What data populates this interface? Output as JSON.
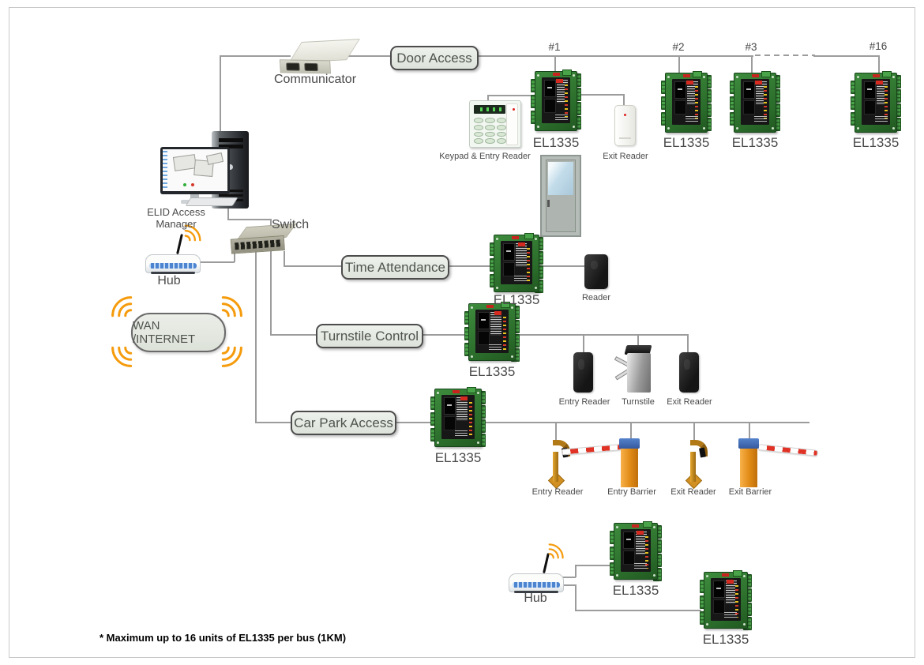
{
  "footnote": "* Maximum up to 16 units of EL1335 per bus (1KM)",
  "colors": {
    "accent_orange": "#F59B0C",
    "line_gray": "#9C9C9C",
    "box_fill": "#E7EBE3",
    "box_border": "#4C4C4C",
    "pcb_green": "#2F7A2F",
    "label_text": "#4A4A4A"
  },
  "hosts": {
    "communicator": {
      "label": "Communicator"
    },
    "access_manager": {
      "label": "ELID Access Manager"
    },
    "switch": {
      "label": "Switch"
    },
    "hub_top": {
      "label": "Hub"
    },
    "hub_bottom": {
      "label": "Hub"
    },
    "wan": {
      "label": "WAN /INTERNET"
    }
  },
  "door_access": {
    "label": "Door Access",
    "bus_tags": [
      "#1",
      "#2",
      "#3",
      "#16"
    ],
    "keypad_label": "Keypad & Entry Reader",
    "exit_reader_label": "Exit Reader"
  },
  "time_attendance": {
    "label": "Time Attendance",
    "reader_label": "Reader"
  },
  "turnstile_control": {
    "label": "Turnstile Control",
    "entry_reader_label": "Entry Reader",
    "turnstile_label": "Turnstile",
    "exit_reader_label": "Exit Reader"
  },
  "car_park": {
    "label": "Car Park Access",
    "entry_reader_label": "Entry Reader",
    "entry_barrier_label": "Entry Barrier",
    "exit_reader_label": "Exit Reader",
    "exit_barrier_label": "Exit Barrier"
  },
  "controllers": [
    {
      "id": "door-1",
      "label": "EL1335"
    },
    {
      "id": "door-2",
      "label": "EL1335"
    },
    {
      "id": "door-3",
      "label": "EL1335"
    },
    {
      "id": "door-16",
      "label": "EL1335"
    },
    {
      "id": "time-attendance",
      "label": "EL1335"
    },
    {
      "id": "turnstile",
      "label": "EL1335"
    },
    {
      "id": "car-park",
      "label": "EL1335"
    },
    {
      "id": "hub-unit-1",
      "label": "EL1335"
    },
    {
      "id": "hub-unit-2",
      "label": "EL1335"
    }
  ]
}
